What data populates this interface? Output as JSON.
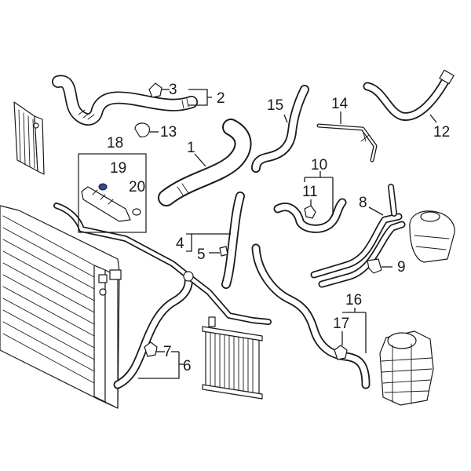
{
  "callouts": {
    "c1": "1",
    "c2": "2",
    "c3": "3",
    "c4": "4",
    "c5": "5",
    "c6": "6",
    "c7": "7",
    "c8": "8",
    "c9": "9",
    "c10": "10",
    "c11": "11",
    "c12": "12",
    "c13": "13",
    "c14": "14",
    "c15": "15",
    "c16": "16",
    "c17": "17",
    "c18": "18",
    "c19": "19",
    "c20": "20"
  },
  "highlight_color": "#2b4a9a"
}
